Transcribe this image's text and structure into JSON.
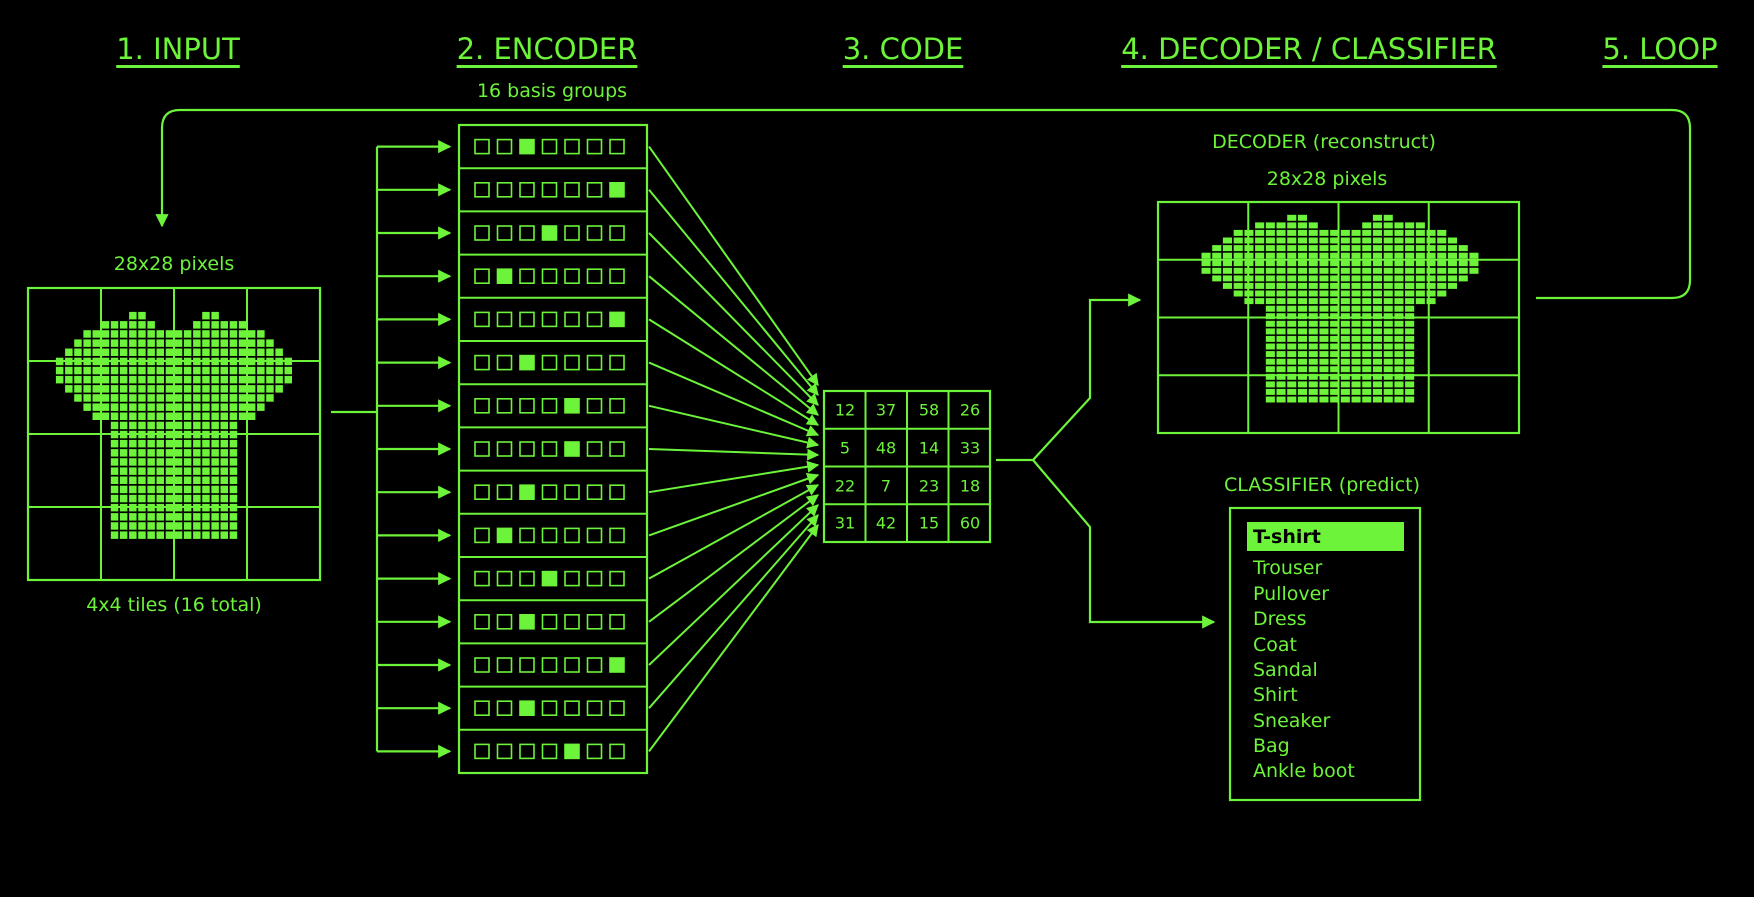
{
  "colors": {
    "background": "#000000",
    "accent": "#6cf33a"
  },
  "stages": [
    {
      "number": "1.",
      "label": "1. INPUT"
    },
    {
      "number": "2.",
      "label": "2. ENCODER"
    },
    {
      "number": "3.",
      "label": "3. CODE"
    },
    {
      "number": "4.",
      "label": "4. DECODER / CLASSIFIER"
    },
    {
      "number": "5.",
      "label": "5. LOOP"
    }
  ],
  "input": {
    "size_label": "28x28 pixels",
    "tiles_label": "4x4 tiles (16 total)",
    "image_icon": "tshirt-pixel-icon"
  },
  "encoder": {
    "groups_label": "16 basis groups",
    "row_active_index": [
      2,
      6,
      3,
      1,
      6,
      2,
      4,
      4,
      2,
      1,
      3,
      2,
      6,
      2,
      4
    ],
    "cells_per_row": 7
  },
  "code": {
    "values": [
      [
        "12",
        "37",
        "58",
        "26"
      ],
      [
        "5",
        "48",
        "14",
        "33"
      ],
      [
        "22",
        "7",
        "23",
        "18"
      ],
      [
        "31",
        "42",
        "15",
        "60"
      ]
    ]
  },
  "decoder": {
    "title": "DECODER (reconstruct)",
    "size_label": "28x28 pixels",
    "image_icon": "tshirt-pixel-icon"
  },
  "classifier": {
    "title": "CLASSIFIER (predict)",
    "selected": "T-shirt",
    "items": [
      "Trouser",
      "Pullover",
      "Dress",
      "Coat",
      "Sandal",
      "Shirt",
      "Sneaker",
      "Bag",
      "Ankle boot"
    ]
  }
}
